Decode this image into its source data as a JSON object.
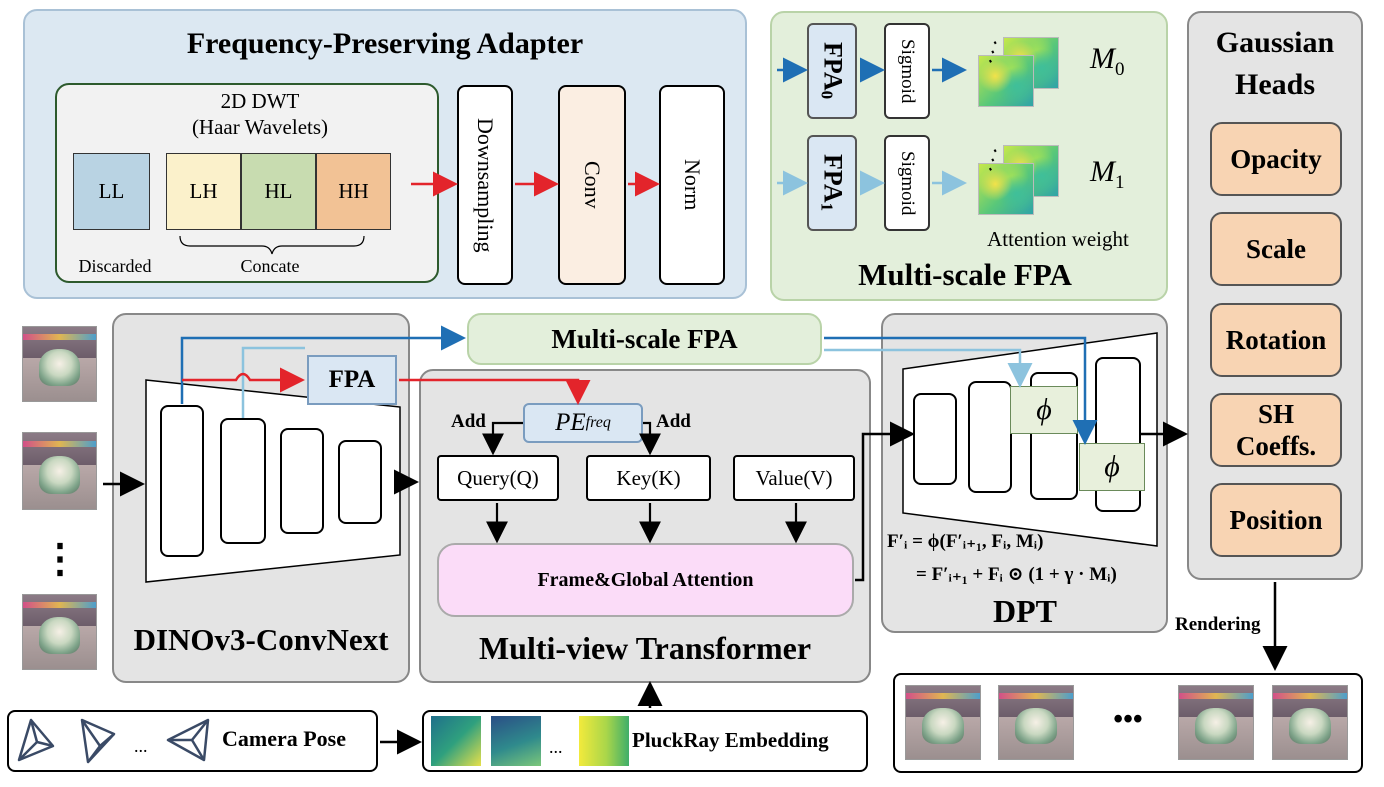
{
  "fpa_adapter": {
    "title": "Frequency-Preserving Adapter",
    "dwt_title_line1": "2D DWT",
    "dwt_title_line2": "(Haar Wavelets)",
    "bands": {
      "ll": "LL",
      "lh": "LH",
      "hl": "HL",
      "hh": "HH"
    },
    "discarded": "Discarded",
    "concate": "Concate",
    "downsampling": "Downsampling",
    "conv": "Conv",
    "norm": "Norm"
  },
  "multiscale_panel": {
    "title": "Multi-scale FPA",
    "fpa0": "FPA",
    "fpa0_sub": "0",
    "fpa1": "FPA",
    "fpa1_sub": "1",
    "sigmoid": "Sigmoid",
    "m0": "M",
    "m0_sub": "0",
    "m1": "M",
    "m1_sub": "1",
    "attention_weight": "Attention weight"
  },
  "gaussian_heads": {
    "title_line1": "Gaussian",
    "title_line2": "Heads",
    "items": [
      "Opacity",
      "Scale",
      "Rotation",
      "SH Coeffs.",
      "Position"
    ]
  },
  "encoder": {
    "title": "DINOv3-ConvNext"
  },
  "fpa_label": "FPA",
  "multiscale_bar": "Multi-scale FPA",
  "transformer": {
    "title": "Multi-view Transformer",
    "pe_main": "PE",
    "pe_sub": "freq",
    "add_left": "Add",
    "add_right": "Add",
    "query": "Query(Q)",
    "key": "Key(K)",
    "value": "Value(V)",
    "attention": "Frame&Global Attention"
  },
  "dpt": {
    "title": "DPT",
    "phi": "ϕ",
    "eq_line1": "F′ᵢ = ϕ(F′ᵢ₊₁, Fᵢ, Mᵢ)",
    "eq_line2": "= F′ᵢ₊₁ + Fᵢ ⊙ (1 + γ · Mᵢ)"
  },
  "rendering": "Rendering",
  "input_dots": "⋮",
  "camera_pose": {
    "label": "Camera Pose",
    "dots": "..."
  },
  "pluckray": {
    "label": "PluckRay Embedding",
    "dots": "..."
  },
  "output_dots": "•••",
  "colors": {
    "adapter_bg": "#dce8f2",
    "multiscale_bg": "#e3efdb",
    "gaussian_bg": "#e4e4e4",
    "head_item": "#f8d4b3",
    "attention_bg": "#fbdcf8",
    "fpa_box": "#dae7f3",
    "phi_box": "#e8f0dc",
    "red_arrow": "#e3242b",
    "blue_arrow": "#1f6fb4",
    "light_blue_arrow": "#8cc3de"
  }
}
